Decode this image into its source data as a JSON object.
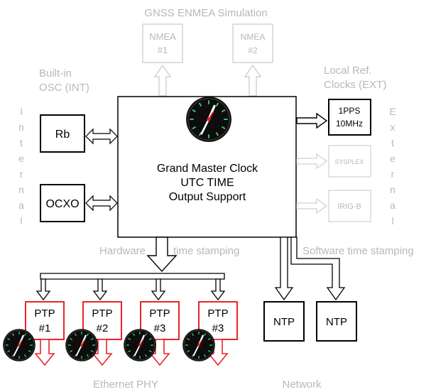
{
  "title": "GNSS ENMEA Simulation",
  "nmea_boxes": [
    {
      "line1": "NMEA",
      "line2": "#1"
    },
    {
      "line1": "NMEA",
      "line2": "#2"
    }
  ],
  "internal": {
    "heading_line1": "Built-in",
    "heading_line2": "OSC (INT)",
    "side_letters": [
      "I",
      "n",
      "t",
      "e",
      "r",
      "n",
      "a",
      "l"
    ],
    "oscillators": [
      "Rb",
      "OCXO"
    ]
  },
  "external": {
    "heading_line1": "Local Ref.",
    "heading_line2": "Clocks (EXT)",
    "side_letters": [
      "E",
      "x",
      "t",
      "e",
      "r",
      "n",
      "a",
      "l"
    ],
    "pps_line1": "1PPS",
    "pps_line2": "10MHz",
    "sysplex": "SYSPLEX",
    "irig": "IRIG-B"
  },
  "master": {
    "line1": "Grand Master Clock",
    "line2": "UTC TIME",
    "line3": "Output Support"
  },
  "hardware_label": "Hardware",
  "time_stamping_label": "time stamping",
  "software_label": "Software time stamping",
  "ptp_boxes": [
    {
      "line1": "PTP",
      "line2": "#1"
    },
    {
      "line1": "PTP",
      "line2": "#2"
    },
    {
      "line1": "PTP",
      "line2": "#3"
    },
    {
      "line1": "PTP",
      "line2": "#3"
    }
  ],
  "ntp_boxes": [
    "NTP",
    "NTP"
  ],
  "ethernet_label": "Ethernet PHY",
  "network_label": "Network",
  "colors": {
    "ptp_border": "#e8242a",
    "faded": "#b8b8b8",
    "clock_face": "#0d0d0d",
    "clock_tick": "#3fbf6a"
  },
  "icons": [
    "clock-icon"
  ]
}
